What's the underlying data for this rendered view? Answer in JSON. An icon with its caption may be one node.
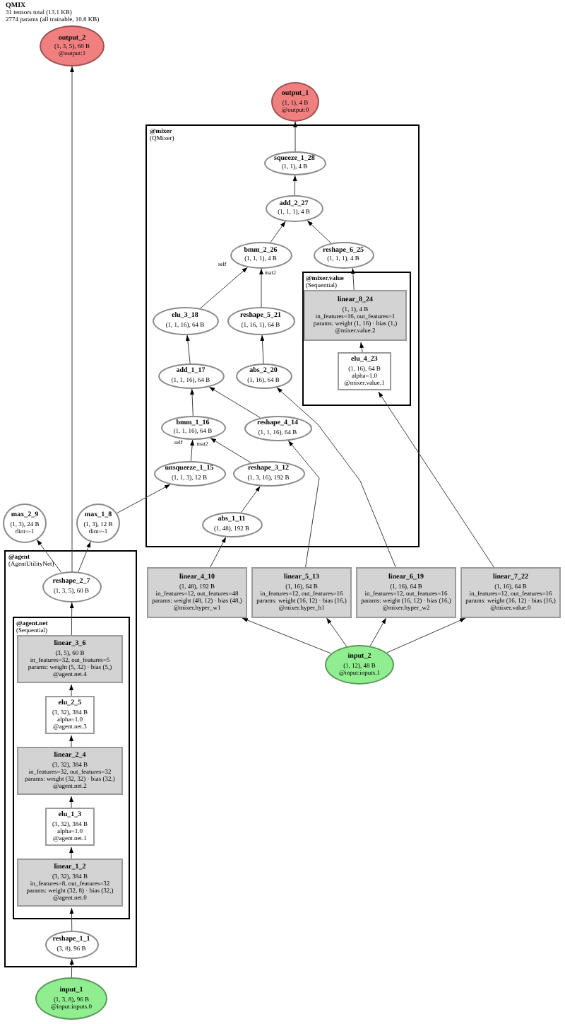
{
  "diagram": {
    "title": "QMIX",
    "nodes": [
      {
        "text": [
          "output_2",
          "(1, 3, 5), 60 B",
          "@output:1"
        ]
      },
      {
        "text": [
          "output_1",
          "(1, 1), 4 B",
          "@output:0"
        ]
      },
      {
        "text": [
          "@mixer",
          "(QMixer)"
        ]
      },
      {
        "text": [
          "squeeze_1_28",
          "(1, 1), 4 B"
        ],
        "in": 2
      },
      {
        "text": [
          "add_2_27",
          "(1, 1, 1), 4 B"
        ],
        "in": 2
      },
      {
        "text": [
          "bmm_2_26",
          "(1, 1, 1), 4 B"
        ],
        "in": 2
      },
      {
        "text": [
          "reshape_6_25",
          "(1, 1, 1), 4 B"
        ],
        "in": 2
      },
      {
        "text": [
          "@mixer.value",
          "(Sequential)"
        ],
        "in": 2
      },
      {
        "text": [
          "linear_8_24",
          "(1, 1), 4 B",
          "in_features=16, out_features=1",
          "params: weight (1, 16) · bias (1,)",
          "@mixer.value.2"
        ],
        "in": 7
      },
      {
        "text": [
          "elu_4_23",
          "(1, 16), 64 B",
          "alpha=1.0",
          "@mixer.value.1"
        ],
        "in": 7
      },
      {
        "text": [
          "elu_3_18",
          "(1, 1, 16), 64 B"
        ],
        "in": 2
      },
      {
        "text": [
          "reshape_5_21",
          "(1, 16, 1), 64 B"
        ],
        "in": 2
      },
      {
        "text": [
          "add_1_17",
          "(1, 1, 16), 64 B"
        ],
        "in": 2
      },
      {
        "text": [
          "abs_2_20",
          "(1, 16), 64 B"
        ],
        "in": 2
      },
      {
        "text": [
          "bmm_1_16",
          "(1, 1, 16), 64 B"
        ],
        "in": 2
      },
      {
        "text": [
          "reshape_4_14",
          "(1, 1, 16), 64 B"
        ],
        "in": 2
      },
      {
        "text": [
          "unsqueeze_1_15",
          "(1, 1, 3), 12 B"
        ],
        "in": 2
      },
      {
        "text": [
          "reshape_3_12",
          "(1, 3, 16), 192 B"
        ],
        "in": 2
      },
      {
        "text": [
          "max_2_9",
          "(1, 3), 24 B",
          "dim=-1"
        ]
      },
      {
        "text": [
          "max_1_8",
          "(1, 3), 12 B",
          "dim=-1"
        ]
      },
      {
        "text": [
          "abs_1_11",
          "(1, 48), 192 B"
        ],
        "in": 2
      },
      {
        "text": [
          "@agent",
          "(AgentUtilityNet)"
        ]
      },
      {
        "text": [
          "reshape_2_7",
          "(1, 3, 5), 60 B"
        ],
        "in": 21
      },
      {
        "text": [
          "linear_4_10",
          "(1, 48), 192 B",
          "in_features=12, out_features=48",
          "params: weight (48, 12) · bias (48,)",
          "@mixer.hyper_w1"
        ]
      },
      {
        "text": [
          "linear_5_13",
          "(1, 16), 64 B",
          "in_features=12, out_features=16",
          "params: weight (16, 12) · bias (16,)",
          "@mixer.hyper_b1"
        ]
      },
      {
        "text": [
          "linear_6_19",
          "(1, 16), 64 B",
          "in_features=12, out_features=16",
          "params: weight (16, 12) · bias (16,)",
          "@mixer.hyper_w2"
        ]
      },
      {
        "text": [
          "linear_7_22",
          "(1, 16), 64 B",
          "in_features=12, out_features=16",
          "params: weight (16, 12) · bias (16,)",
          "@mixer.value.0"
        ]
      },
      {
        "text": [
          "@agent.net",
          "(Sequential)"
        ],
        "in": 21
      },
      {
        "text": [
          "linear_3_6",
          "(3, 5), 60 B",
          "in_features=32, out_features=5",
          "params: weight (5, 32) · bias (5,)",
          "@agent.net.4"
        ],
        "in": 27
      },
      {
        "text": [
          "input_2",
          "(1, 12), 48 B",
          "@input:inputs.1"
        ]
      },
      {
        "text": [
          "elu_2_5",
          "(3, 32), 384 B",
          "alpha=1.0",
          "@agent.net.3"
        ],
        "in": 27
      },
      {
        "text": [
          "linear_2_4",
          "(3, 32), 384 B",
          "in_features=32, out_features=32",
          "params: weight (32, 32) · bias (32,)",
          "@agent.net.2"
        ],
        "in": 27
      },
      {
        "text": [
          "elu_1_3",
          "(3, 32), 384 B",
          "alpha=1.0",
          "@agent.net.1"
        ],
        "in": 27
      },
      {
        "text": [
          "linear_1_2",
          "(3, 32), 384 B",
          "in_features=8, out_features=32",
          "params: weight (32, 8) · bias (32,)",
          "@agent.net.0"
        ],
        "in": 27
      },
      {
        "text": [
          "reshape_1_1",
          "(3, 8), 96 B"
        ],
        "in": 21
      },
      {
        "text": [
          "input_1",
          "(1, 3, 8), 96 B",
          "@input:inputs.0"
        ]
      }
    ],
    "edges": [
      {
        "from": 35,
        "to": 34,
        "arrow": "to"
      },
      {
        "from": 34,
        "to": 33,
        "arrow": "to"
      },
      {
        "from": 33,
        "to": 32,
        "arrow": "to"
      },
      {
        "from": 32,
        "to": 31,
        "arrow": "to"
      },
      {
        "from": 31,
        "to": 30,
        "arrow": "to"
      },
      {
        "from": 30,
        "to": 28,
        "arrow": "to"
      },
      {
        "from": 28,
        "to": 22,
        "arrow": "to"
      },
      {
        "from": 22,
        "to": 18,
        "arrow": "to"
      },
      {
        "from": 22,
        "to": 0,
        "arrow": "to"
      },
      {
        "from": 22,
        "to": 19,
        "arrow": "to"
      },
      {
        "from": 19,
        "to": 16,
        "arrow": "to"
      },
      {
        "from": 29,
        "to": 23,
        "arrow": "to"
      },
      {
        "from": 29,
        "to": 24,
        "arrow": "to"
      },
      {
        "from": 29,
        "to": 25,
        "arrow": "to"
      },
      {
        "from": 29,
        "to": 26,
        "arrow": "to"
      },
      {
        "from": 23,
        "to": 20,
        "arrow": "to"
      },
      {
        "from": 20,
        "to": 17,
        "arrow": "to"
      },
      {
        "from": 16,
        "to": 14,
        "arrow": "to",
        "label": "self"
      },
      {
        "from": 17,
        "to": 14,
        "arrow": "to",
        "label": "mat2"
      },
      {
        "from": 24,
        "to": 15,
        "arrow": "to"
      },
      {
        "from": 14,
        "to": 12,
        "arrow": "to"
      },
      {
        "from": 15,
        "to": 12,
        "arrow": "to"
      },
      {
        "from": 12,
        "to": 10,
        "arrow": "to"
      },
      {
        "from": 25,
        "to": 13,
        "arrow": "to"
      },
      {
        "from": 13,
        "to": 11,
        "arrow": "to"
      },
      {
        "from": 10,
        "to": 5,
        "arrow": "to",
        "label": "self"
      },
      {
        "from": 11,
        "to": 5,
        "arrow": "to",
        "label": "mat2"
      },
      {
        "from": 26,
        "to": 9,
        "arrow": "to"
      },
      {
        "from": 9,
        "to": 8,
        "arrow": "to"
      },
      {
        "from": 8,
        "to": 6,
        "arrow": "to"
      },
      {
        "from": 5,
        "to": 4,
        "arrow": "to"
      },
      {
        "from": 6,
        "to": 4,
        "arrow": "to"
      },
      {
        "from": 4,
        "to": 3,
        "arrow": "to"
      },
      {
        "from": 3,
        "to": 1,
        "arrow": "to"
      }
    ],
    "labels": [
      "31 tensors total (13.1 KB)",
      "2774 params (all trainable, 10.8 KB)"
    ]
  }
}
